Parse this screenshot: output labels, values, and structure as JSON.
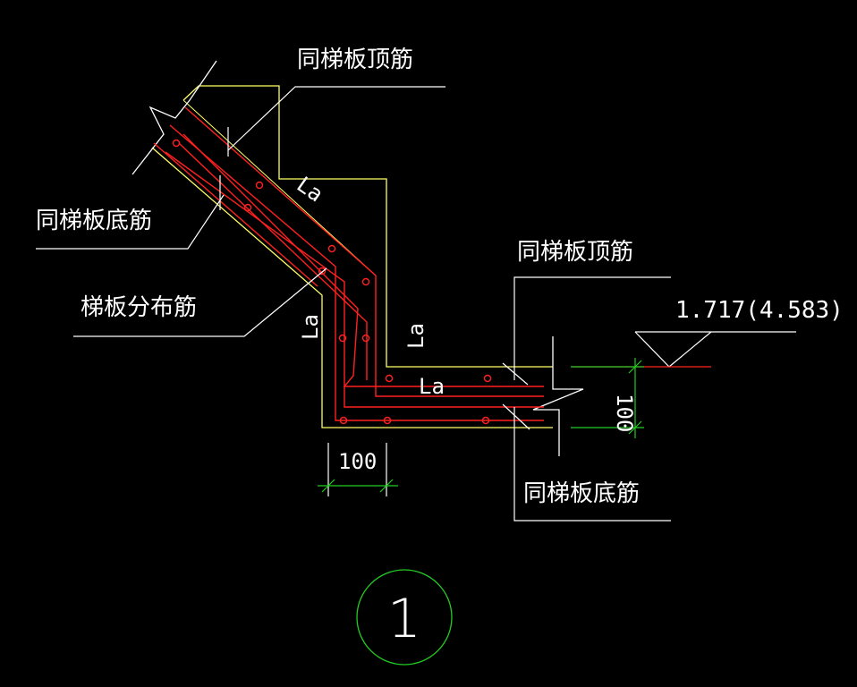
{
  "labels": {
    "top_rebar_upper": "同梯板顶筋",
    "bottom_rebar_upper": "同梯板底筋",
    "distribution_rebar": "梯板分布筋",
    "top_rebar_lower": "同梯板顶筋",
    "bottom_rebar_lower": "同梯板底筋"
  },
  "anchorage": {
    "la_diagonal": "La",
    "la_vertical_left": "La",
    "la_vertical_right": "La",
    "la_horizontal": "La"
  },
  "dimensions": {
    "width": "100",
    "height": "100"
  },
  "elevation": {
    "value": "1.717(4.583)"
  },
  "detail": {
    "number": "1"
  },
  "colors": {
    "background": "#000000",
    "outline": "#ffff66",
    "rebar": "#ff2020",
    "leader": "#ffffff",
    "dimension": "#22cc22",
    "circle": "#22cc22"
  }
}
